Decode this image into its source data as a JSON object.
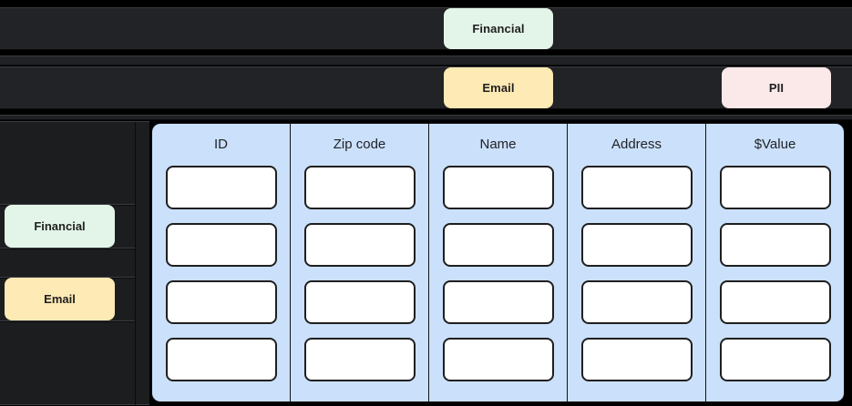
{
  "colors": {
    "financial_tag_bg": "#e3f4e9",
    "email_tag_bg": "#fdeab4",
    "pii_tag_bg": "#fbe8e8",
    "column_bg": "#cbe0fb",
    "cell_bg": "#ffffff",
    "panel_bg": "#222326",
    "sidebar_bg": "#1c1d1f",
    "page_bg": "#000000",
    "tag_text": "#1f1f1f",
    "header_text": "#1f2126"
  },
  "tag_bands": {
    "tags": [
      {
        "label": "Financial",
        "category": "financial"
      },
      {
        "label": "Email",
        "category": "email"
      },
      {
        "label": "PII",
        "category": "pii"
      }
    ]
  },
  "sidebar": {
    "tags": [
      {
        "label": "Financial",
        "category": "financial"
      },
      {
        "label": "Email",
        "category": "email"
      }
    ]
  },
  "table": {
    "columns": [
      {
        "header": "ID",
        "cells": [
          "",
          "",
          "",
          ""
        ]
      },
      {
        "header": "Zip code",
        "cells": [
          "",
          "",
          "",
          ""
        ]
      },
      {
        "header": "Name",
        "cells": [
          "",
          "",
          "",
          ""
        ]
      },
      {
        "header": "Address",
        "cells": [
          "",
          "",
          "",
          ""
        ]
      },
      {
        "header": "$Value",
        "cells": [
          "",
          "",
          "",
          ""
        ]
      }
    ],
    "row_count": 4,
    "column_count": 5
  }
}
